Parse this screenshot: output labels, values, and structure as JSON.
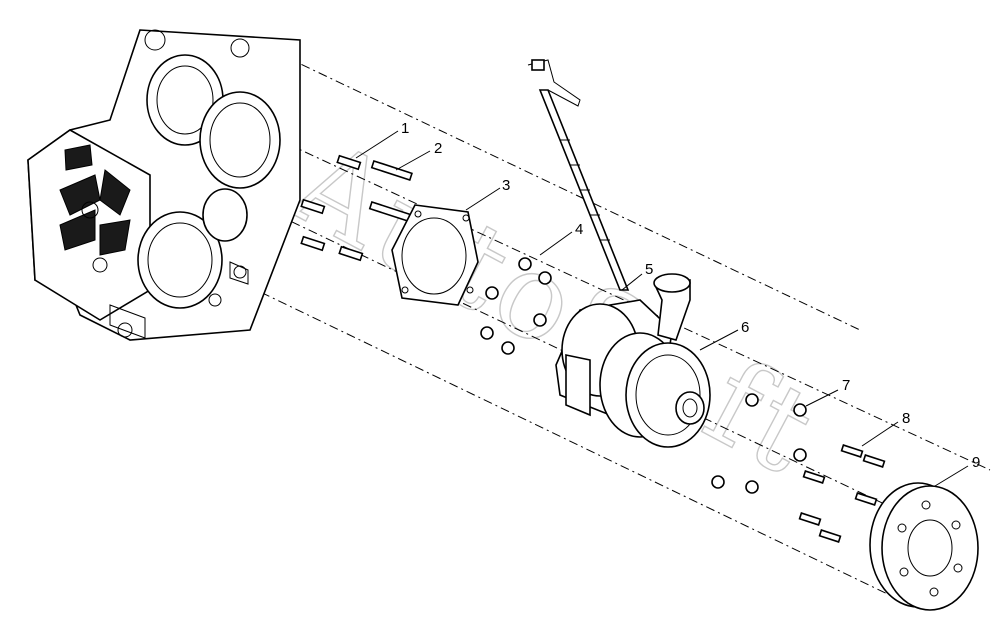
{
  "watermark": "AutoSoft",
  "callouts": [
    {
      "id": "callout-1",
      "label": "1"
    },
    {
      "id": "callout-2",
      "label": "2"
    },
    {
      "id": "callout-3",
      "label": "3"
    },
    {
      "id": "callout-4",
      "label": "4"
    },
    {
      "id": "callout-5",
      "label": "5"
    },
    {
      "id": "callout-6",
      "label": "6"
    },
    {
      "id": "callout-7",
      "label": "7"
    },
    {
      "id": "callout-8",
      "label": "8"
    },
    {
      "id": "callout-9",
      "label": "9"
    }
  ],
  "colors": {
    "line": "#000000",
    "background": "#ffffff",
    "watermark": "#c8c8c8"
  }
}
